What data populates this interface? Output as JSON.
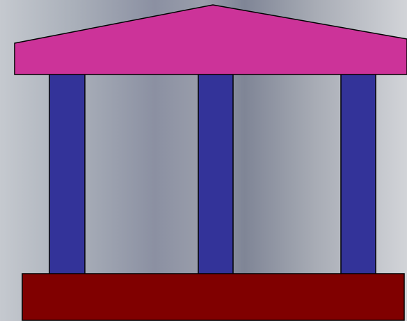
{
  "colors": {
    "background_stops": [
      "#c5c9cf",
      "#aab0ba",
      "#8b90a2",
      "#9a9eab",
      "#7f8596",
      "#a9adb6",
      "#c3c6cc",
      "#d2d4d8"
    ],
    "roof": "#cc3399",
    "columns": "#333399",
    "base": "#800000",
    "outline": "#000000"
  },
  "parts": {
    "roof": "roof",
    "column_count": 3,
    "base": "base"
  }
}
